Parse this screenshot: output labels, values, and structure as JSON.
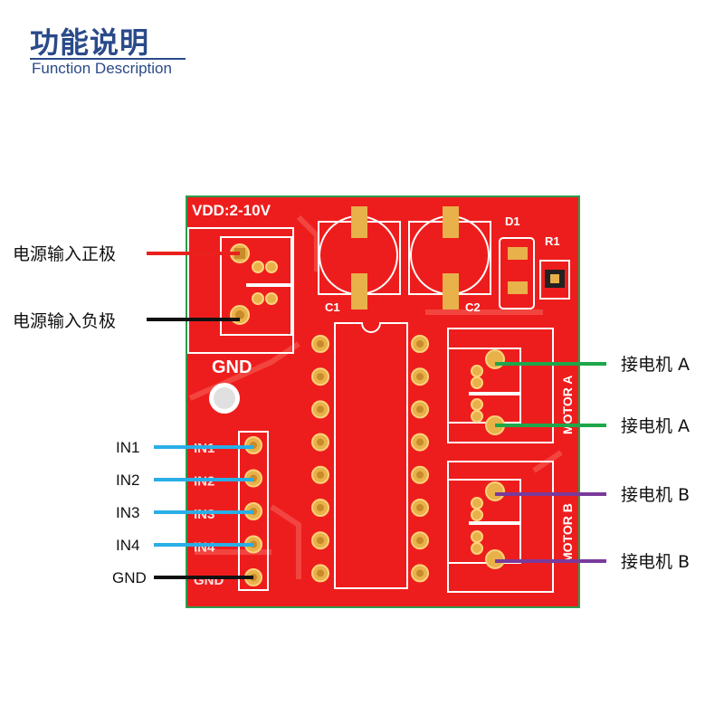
{
  "header": {
    "title": "功能说明",
    "subtitle": "Function Description"
  },
  "board": {
    "vdd_label": "VDD:2-10V",
    "gnd_label": "GND",
    "d1": "D1",
    "r1": "R1",
    "c1": "C1",
    "c2": "C2",
    "motor_a": "MOTOR A",
    "motor_b": "MOTOR B",
    "pin_labels": [
      "IN1",
      "IN2",
      "IN3",
      "IN4",
      "GND"
    ]
  },
  "callouts": {
    "power_positive": "电源输入正极",
    "power_negative": "电源输入负极",
    "in1": "IN1",
    "in2": "IN2",
    "in3": "IN3",
    "in4": "IN4",
    "gnd": "GND",
    "motor_a_1": "接电机 A",
    "motor_a_2": "接电机 A",
    "motor_b_1": "接电机 B",
    "motor_b_2": "接电机 B"
  },
  "colors": {
    "pcb": "#ee1d1d",
    "positive_wire": "#e8211c",
    "negative_wire": "#111111",
    "input_wire": "#29aee6",
    "motor_a_wire": "#1ea64a",
    "motor_b_wire": "#7a3a9a",
    "gold": "#e8b14a"
  }
}
